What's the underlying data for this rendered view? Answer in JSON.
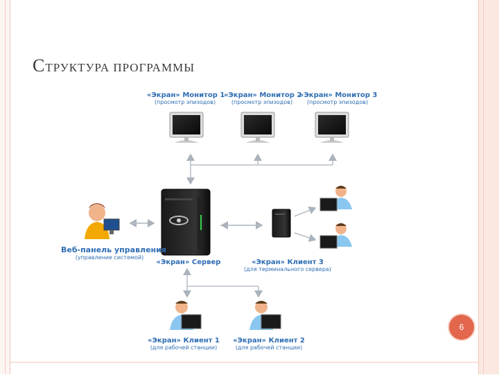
{
  "slide": {
    "title_first": "С",
    "title_rest": "ТРУКТУРА ПРОГРАММЫ",
    "page_number": "6"
  },
  "nodes": {
    "monitor1": {
      "label": "«Экран» Монитор 1",
      "sub": "(просмотр эпизодов)"
    },
    "monitor2": {
      "label": "«Экран» Монитор 2",
      "sub": "(просмотр эпизодов)"
    },
    "monitor3": {
      "label": "«Экран» Монитор 3",
      "sub": "(просмотр эпизодов)"
    },
    "webpanel": {
      "label": "Веб-панель управления",
      "sub": "(управление системой)"
    },
    "server": {
      "label": "«Экран» Сервер"
    },
    "client3": {
      "label": "«Экран» Клиент 3",
      "sub": "(для терминального сервера)"
    },
    "client1": {
      "label": "«Экран» Клиент 1",
      "sub": "(для рабочей станции)"
    },
    "client2": {
      "label": "«Экран» Клиент 2",
      "sub": "(для рабочей станции)"
    }
  }
}
